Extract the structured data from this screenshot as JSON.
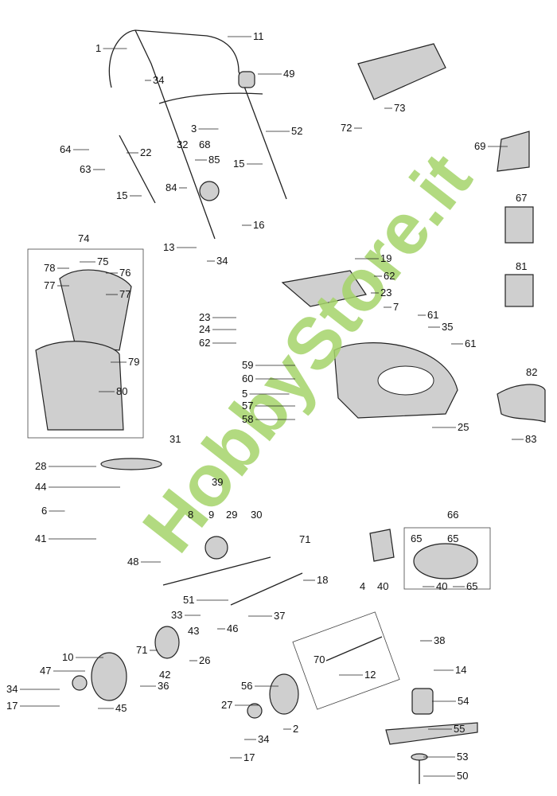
{
  "watermark": "HobbyStore.it",
  "labels": [
    "1",
    "11",
    "34",
    "49",
    "73",
    "72",
    "64",
    "63",
    "22",
    "32",
    "68",
    "3",
    "52",
    "15",
    "85",
    "84",
    "15",
    "69",
    "16",
    "13",
    "34",
    "67",
    "74",
    "75",
    "78",
    "76",
    "77",
    "77",
    "19",
    "62",
    "23",
    "81",
    "7",
    "61",
    "23",
    "24",
    "35",
    "62",
    "61",
    "79",
    "59",
    "60",
    "5",
    "57",
    "58",
    "82",
    "80",
    "25",
    "83",
    "31",
    "28",
    "39",
    "44",
    "8",
    "9",
    "29",
    "30",
    "6",
    "41",
    "66",
    "65",
    "65",
    "71",
    "48",
    "4",
    "40",
    "65",
    "18",
    "40",
    "51",
    "37",
    "33",
    "46",
    "43",
    "38",
    "71",
    "26",
    "70",
    "10",
    "42",
    "47",
    "36",
    "45",
    "12",
    "14",
    "34",
    "17",
    "56",
    "27",
    "2",
    "54",
    "34",
    "55",
    "17",
    "53",
    "50"
  ]
}
